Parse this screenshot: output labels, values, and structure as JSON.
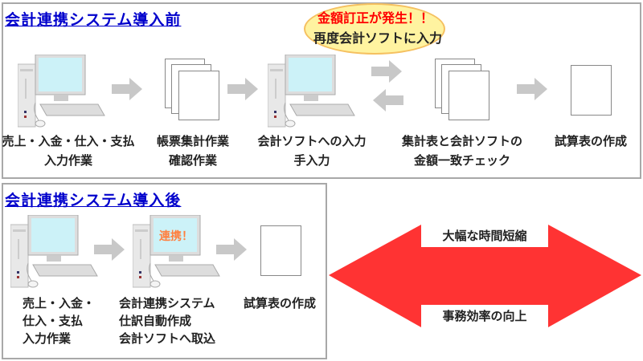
{
  "before": {
    "title": "会計連携システム導入前",
    "callout": {
      "alert": "金額訂正が発生！！",
      "text": "再度会計ソフトに入力"
    },
    "steps": [
      {
        "line1": "売上・入金・仕入・支払",
        "line2": "入力作業"
      },
      {
        "line1": "帳票集計作業",
        "line2": "確認作業"
      },
      {
        "line1": "会計ソフトへの入力",
        "line2": "手入力"
      },
      {
        "line1": "集計表と会計ソフトの",
        "line2": "金額一致チェック"
      },
      {
        "line1": "試算表の作成",
        "line2": ""
      }
    ]
  },
  "after": {
    "title": "会計連携システム導入後",
    "screen_text": "連携！",
    "steps": [
      {
        "lines": [
          "売上・入金・",
          "仕入・支払",
          "入力作業"
        ]
      },
      {
        "lines": [
          "会計連携システム",
          "仕訳自動作成",
          "会計ソフトへ取込"
        ]
      },
      {
        "lines": [
          "試算表の作成"
        ]
      }
    ]
  },
  "benefits": {
    "top": "大幅な時間短縮",
    "bottom": "事務効率の向上"
  },
  "colors": {
    "title": "#0000cc",
    "arrow_red": "#ff3333",
    "arrow_gray": "#c8c8c8",
    "alert": "#ff0000",
    "callout_fill": "#fff3a0"
  }
}
